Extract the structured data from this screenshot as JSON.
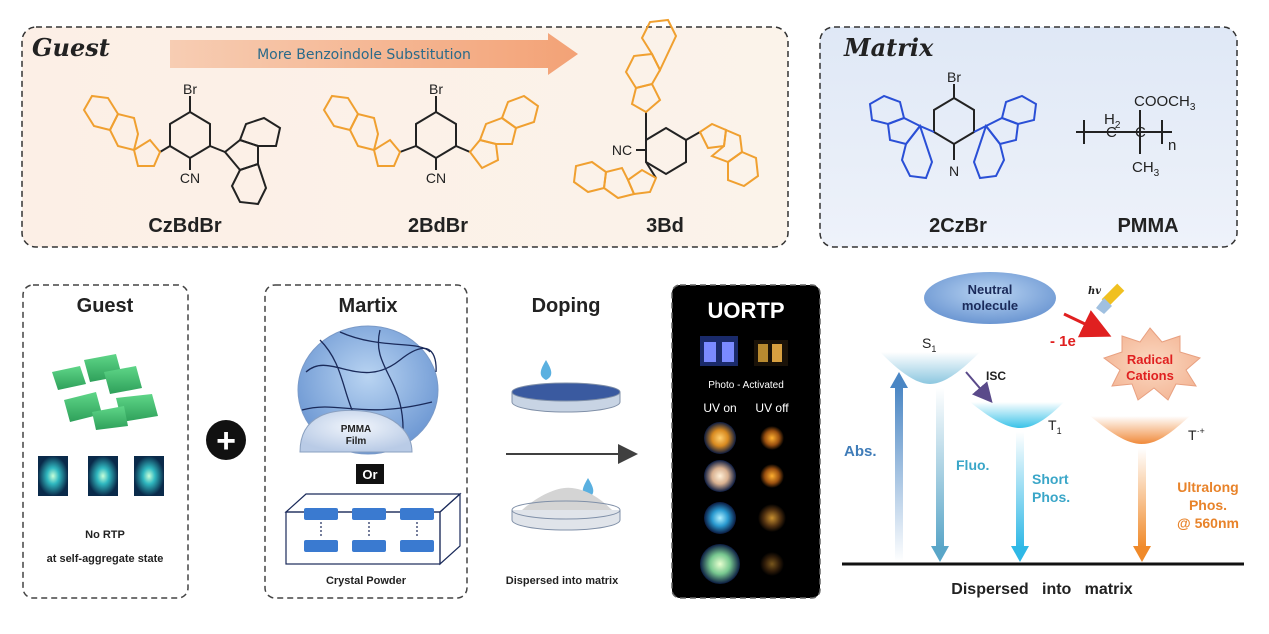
{
  "guest_panel": {
    "title": "Guest",
    "arrow_label": "More Benzoindole Substitution",
    "molecules": [
      {
        "name": "CzBdBr",
        "br": "Br",
        "cn": "CN"
      },
      {
        "name": "2BdBr",
        "br": "Br",
        "cn": "CN"
      },
      {
        "name": "3Bd",
        "cn": "NC"
      }
    ]
  },
  "matrix_panel": {
    "title": "Matrix",
    "molecules": [
      {
        "name": "2CzBr",
        "br": "Br",
        "cn": "N"
      },
      {
        "name": "PMMA",
        "h2": "H",
        "h2_sub": "2",
        "ester": "COOCH",
        "ester_sub": "3",
        "methyl": "CH",
        "methyl_sub": "3",
        "n": "n",
        "c": "C"
      }
    ]
  },
  "guest_box": {
    "title": "Guest",
    "caption_line1": "No RTP",
    "caption_line2": "at self-aggregate state"
  },
  "plus_symbol": "+",
  "matrix_box": {
    "title": "Martix",
    "film_line1": "PMMA",
    "film_line2": "Film",
    "or_label": "Or",
    "crystal_label": "Crystal Powder"
  },
  "doping": {
    "title": "Doping",
    "caption": "Dispersed into matrix"
  },
  "uortp": {
    "title": "UORTP",
    "photo_label": "Photo - Activated",
    "uv_on": "UV on",
    "uv_off": "UV off"
  },
  "energy_diagram": {
    "neutral_line1": "Neutral",
    "neutral_line2": "molecule",
    "hv": "hv",
    "minus_1e": "- 1e",
    "radical_line1": "Radical",
    "radical_line2": "Cations",
    "s1": "S",
    "s1_sub": "1",
    "t1": "T",
    "t1_sub": "1",
    "t_rad": "T",
    "t_rad_sup": "·+",
    "isc": "ISC",
    "abs": "Abs.",
    "fluo": "Fluo.",
    "short_phos_line1": "Short",
    "short_phos_line2": "Phos.",
    "ultra_line1": "Ultralong",
    "ultra_line2": "Phos.",
    "ultra_line3": "@ 560nm",
    "baseline_label": "Dispersed   into   matrix"
  },
  "colors": {
    "orange": "#f0a030",
    "blue": "#2a4fd6",
    "guest_bg": "#fbeee4",
    "matrix_bg": "#e4ecf8",
    "uortp_bg": "#000000",
    "ultralong": "#e8832a",
    "short_phos": "#3aa6c8",
    "abs": "#3f7cb8",
    "radical": "#e02020"
  }
}
